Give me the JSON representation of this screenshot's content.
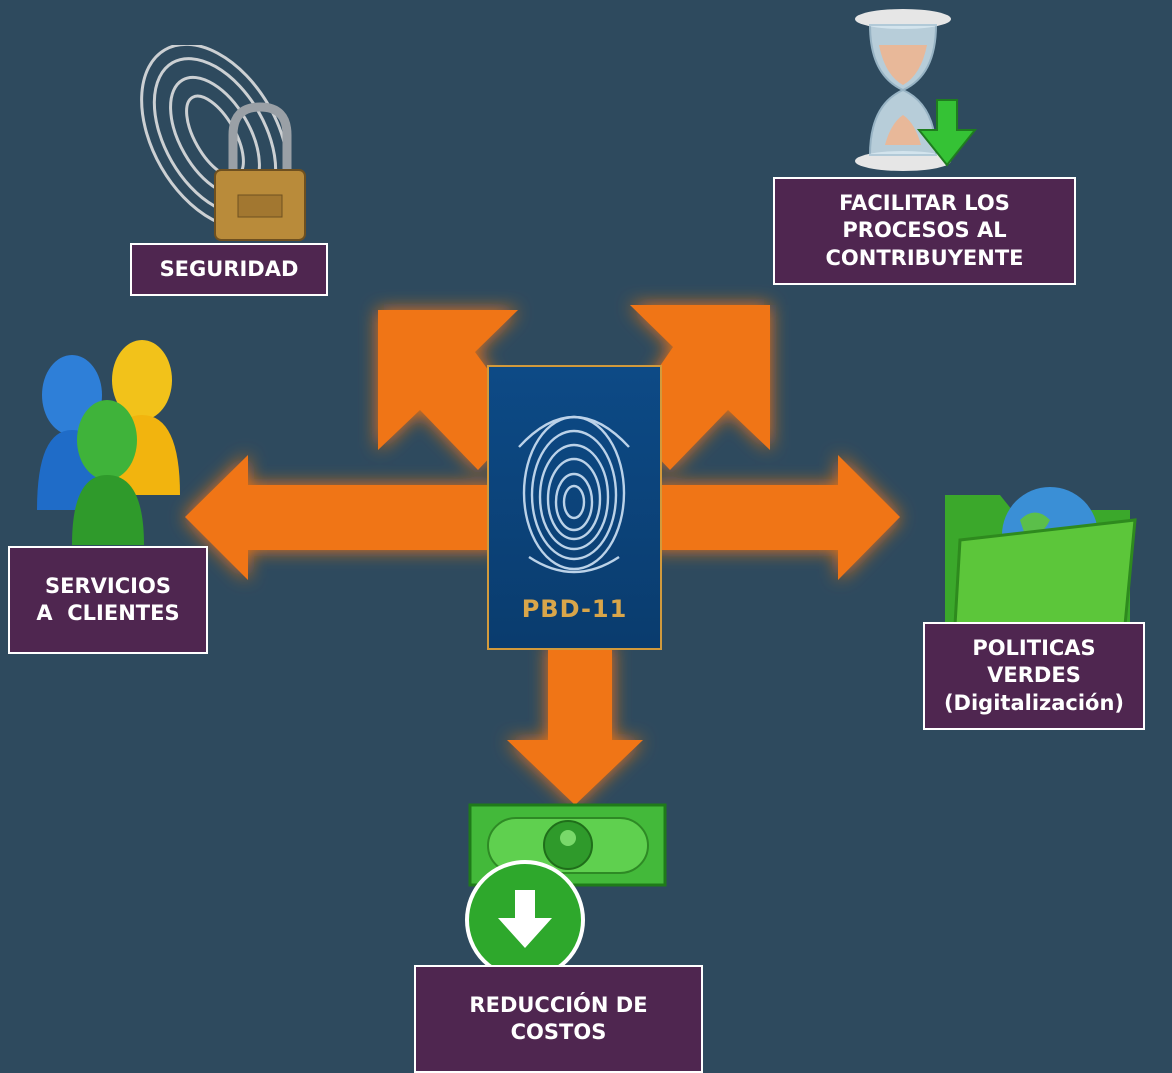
{
  "center": {
    "caption": "PBD-11"
  },
  "nodes": {
    "seguridad": {
      "lines": [
        "SEGURIDAD"
      ]
    },
    "facilitar": {
      "lines": [
        "FACILITAR LOS",
        "PROCESOS AL",
        "CONTRIBUYENTE"
      ]
    },
    "servicios": {
      "lines": [
        "SERVICIOS",
        "A  CLIENTES"
      ]
    },
    "politicas": {
      "lines": [
        "POLITICAS",
        "VERDES",
        "(Digitalización)"
      ]
    },
    "reduccion": {
      "lines": [
        "REDUCCIÓN DE",
        "COSTOS"
      ]
    }
  },
  "colors": {
    "background": "#2e4a5e",
    "arrow": "#f07417",
    "label_fill": "#4f2650",
    "card": "#0d4a86",
    "card_border": "#d29a3c"
  },
  "icons": [
    "fingerprint-lock-icon",
    "hourglass-download-icon",
    "users-icon",
    "green-folder-globe-icon",
    "money-download-icon",
    "fingerprint-icon"
  ]
}
